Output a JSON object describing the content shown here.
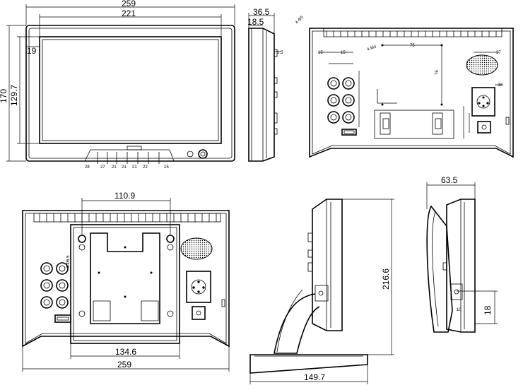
{
  "dimensions": {
    "front_width": "259",
    "front_screen_width": "221",
    "front_height": "170",
    "front_screen_height": "129.7",
    "front_bezel": "19",
    "side_depth": "36.5",
    "side_depth_inner": "18.5",
    "vesa_top": "110.9",
    "vesa_bottom": "134.6",
    "back_width": "259",
    "stand_height": "216.6",
    "stand_base": "149.7",
    "tilt_depth": "63.5",
    "tilt_offset": "18"
  }
}
